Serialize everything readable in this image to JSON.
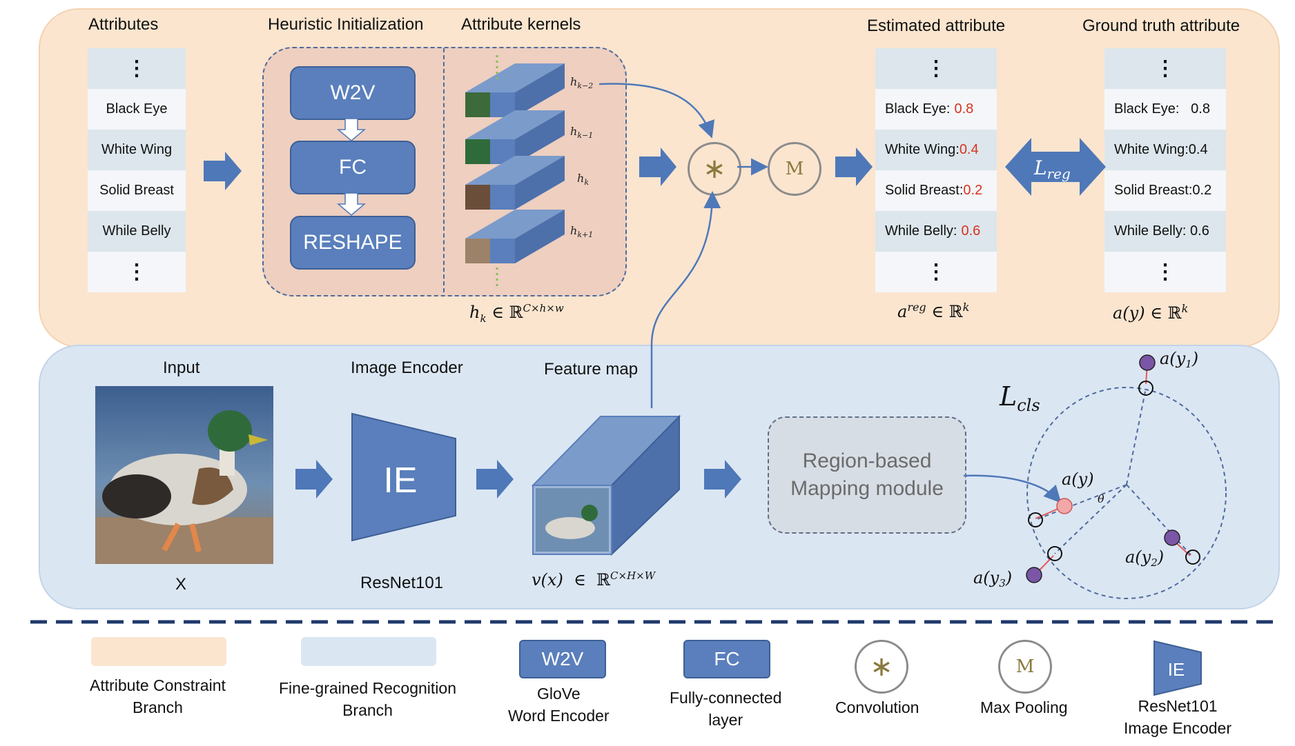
{
  "attr_branch": {
    "attributes_title": "Attributes",
    "heuristic_title": "Heuristic Initialization",
    "kernels_title": "Attribute kernels",
    "estimated_title": "Estimated attribute",
    "ground_truth_title": "Ground truth attribute",
    "attributes": [
      "⋮",
      "Black Eye",
      "White Wing",
      "Solid Breast",
      "While Belly",
      "⋮"
    ],
    "blocks": {
      "w2v": "W2V",
      "fc": "FC",
      "reshape": "RESHAPE"
    },
    "kernel_labels": [
      "h_{k−2}",
      "h_{k−1}",
      "h_k",
      "h_{k+1}"
    ],
    "kernel_formula": "h_k ∈ ℝ^{C×h×w}",
    "conv_symbol": "∗",
    "maxpool_symbol": "M",
    "estimated": [
      {
        "label": "⋮",
        "value": ""
      },
      {
        "label": "Black Eye:",
        "value": "0.8"
      },
      {
        "label": "White Wing:",
        "value": "0.4"
      },
      {
        "label": "Solid Breast:",
        "value": "0.2"
      },
      {
        "label": "While Belly:",
        "value": "0.6"
      },
      {
        "label": "⋮",
        "value": ""
      }
    ],
    "estimated_formula": "a^{reg} ∈ ℝ^k",
    "loss_reg": "L_reg",
    "ground_truth": [
      "⋮",
      "Black Eye:   0.8",
      "White Wing:0.4",
      "Solid Breast:0.2",
      "While Belly: 0.6",
      "⋮"
    ],
    "ground_truth_formula": "a(y) ∈ ℝ^k"
  },
  "recog_branch": {
    "input_title": "Input",
    "input_label": "X",
    "encoder_title": "Image Encoder",
    "encoder_block": "IE",
    "encoder_label": "ResNet101",
    "feature_title": "Feature map",
    "feature_formula": "v(x)  ∈  ℝ^{C×H×W}",
    "mapping_module": [
      "Region-based",
      "Mapping module"
    ],
    "loss_cls": "L_cls",
    "points": [
      "a(y_1)",
      "a(y)",
      "θ",
      "a(y_2)",
      "a(y_3)"
    ]
  },
  "legend": {
    "attr_branch": [
      "Attribute Constraint",
      "Branch"
    ],
    "recog_branch": [
      "Fine-grained Recognition",
      "Branch"
    ],
    "w2v_block": "W2V",
    "w2v_text": [
      "GloVe",
      "Word Encoder"
    ],
    "fc_block": "FC",
    "fc_text": [
      "Fully-connected",
      "layer"
    ],
    "conv_symbol": "∗",
    "conv_text": "Convolution",
    "maxpool_symbol": "M",
    "maxpool_text": "Max Pooling",
    "ie_block": "IE",
    "ie_text": [
      "ResNet101",
      "Image Encoder"
    ]
  },
  "colors": {
    "attr_bg": "#fbe5cf",
    "recog_bg": "#dbe6f3",
    "block_blue": "#5a7fbc",
    "value_red": "#d9321f",
    "arrow_blue": "#4f78b8"
  }
}
